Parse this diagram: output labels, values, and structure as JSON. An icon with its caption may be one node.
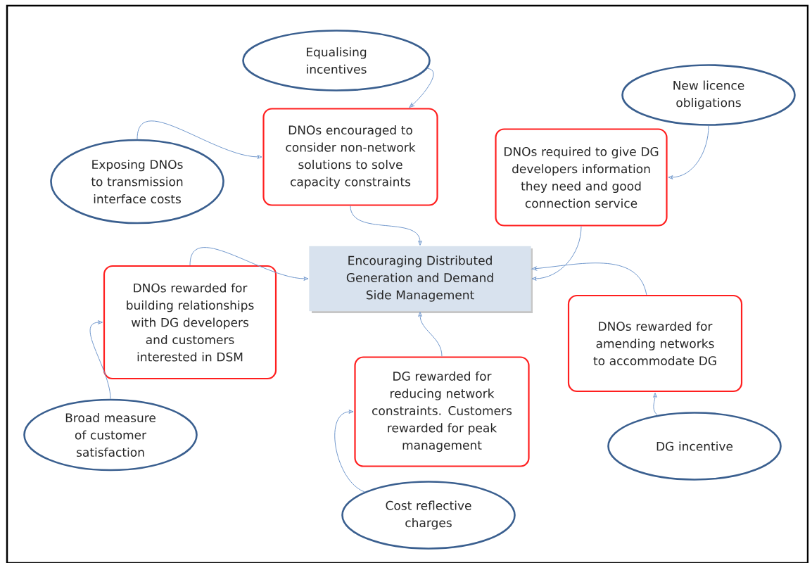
{
  "diagram": {
    "nodes": [
      {
        "text": [
          "Equalising incentives"
        ]
      },
      {
        "text": [
          "New licence obligations"
        ]
      },
      {
        "text": [
          "DNOs encouraged to consider non-network solutions to solve capacity constraints"
        ]
      },
      {
        "text": [
          "Exposing DNOs to transmission interface costs"
        ]
      },
      {
        "text": [
          "DNOs required to give DG developers information they need and good connection service"
        ]
      },
      {
        "text": [
          "Encouraging Distributed Generation and Demand Side Management"
        ]
      },
      {
        "text": [
          "DNOs rewarded for building relationships with DG developers and customers interested in DSM"
        ]
      },
      {
        "text": [
          "DNOs rewarded for amending networks to accommodate DG"
        ]
      },
      {
        "text": [
          "DG rewarded for reducing network constraints. Customers rewarded for peak management"
        ]
      },
      {
        "text": [
          "Broad measure of customer satisfaction"
        ]
      },
      {
        "text": [
          "DG incentive"
        ]
      },
      {
        "text": [
          "Cost reflective charges"
        ]
      }
    ],
    "edges": [
      {
        "from": 0,
        "to": 2,
        "arrow": "to"
      },
      {
        "from": 3,
        "to": 2,
        "arrow": "to"
      },
      {
        "from": 1,
        "to": 4,
        "arrow": "to"
      },
      {
        "from": 2,
        "to": 5,
        "arrow": "to"
      },
      {
        "from": 4,
        "to": 5,
        "arrow": "to"
      },
      {
        "from": 6,
        "to": 5,
        "arrow": "to"
      },
      {
        "from": 7,
        "to": 5,
        "arrow": "to"
      },
      {
        "from": 8,
        "to": 5,
        "arrow": "to"
      },
      {
        "from": 9,
        "to": 6,
        "arrow": "to"
      },
      {
        "from": 10,
        "to": 7,
        "arrow": "to"
      },
      {
        "from": 11,
        "to": 8,
        "arrow": "to"
      }
    ]
  }
}
